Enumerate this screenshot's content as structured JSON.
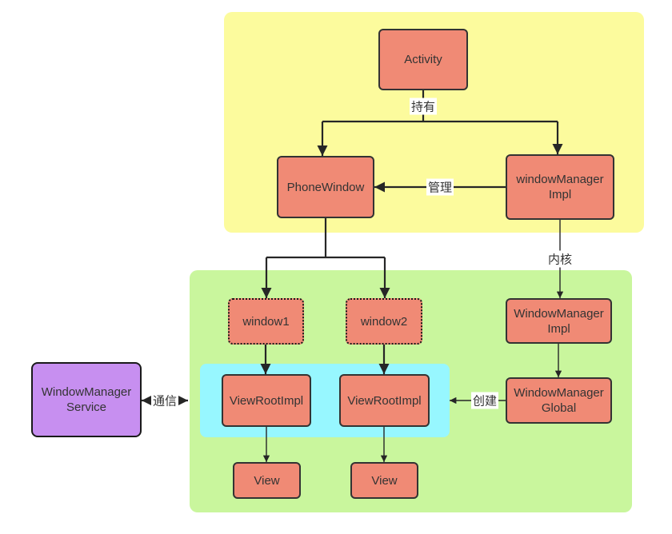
{
  "diagram": {
    "nodes": {
      "activity": {
        "label": "Activity"
      },
      "phone_window": {
        "label": "PhoneWindow"
      },
      "window_manager_impl_app": {
        "label": "windowManager\nImpl"
      },
      "window1": {
        "label": "window1"
      },
      "window2": {
        "label": "window2"
      },
      "window_manager_impl_framework": {
        "label": "WindowManager\nImpl"
      },
      "window_manager_global": {
        "label": "WindowManager\nGlobal"
      },
      "view_root_impl_1": {
        "label": "ViewRootImpl"
      },
      "view_root_impl_2": {
        "label": "ViewRootImpl"
      },
      "view_1": {
        "label": "View"
      },
      "view_2": {
        "label": "View"
      },
      "window_manager_service": {
        "label": "WindowManager\nService"
      }
    },
    "edge_labels": {
      "holds": "持有",
      "manages": "管理",
      "kernel": "内核",
      "communicates": "通信",
      "creates": "创建"
    },
    "colors": {
      "region_yellow": "#fcfb9d",
      "region_green": "#c9f69d",
      "region_cyan": "#97f7ff",
      "node_fill": "#f08a75",
      "node_border": "#333333",
      "service_fill": "#c78ff0",
      "arrow": "#262626",
      "text": "#333333",
      "background": "#ffffff"
    }
  }
}
